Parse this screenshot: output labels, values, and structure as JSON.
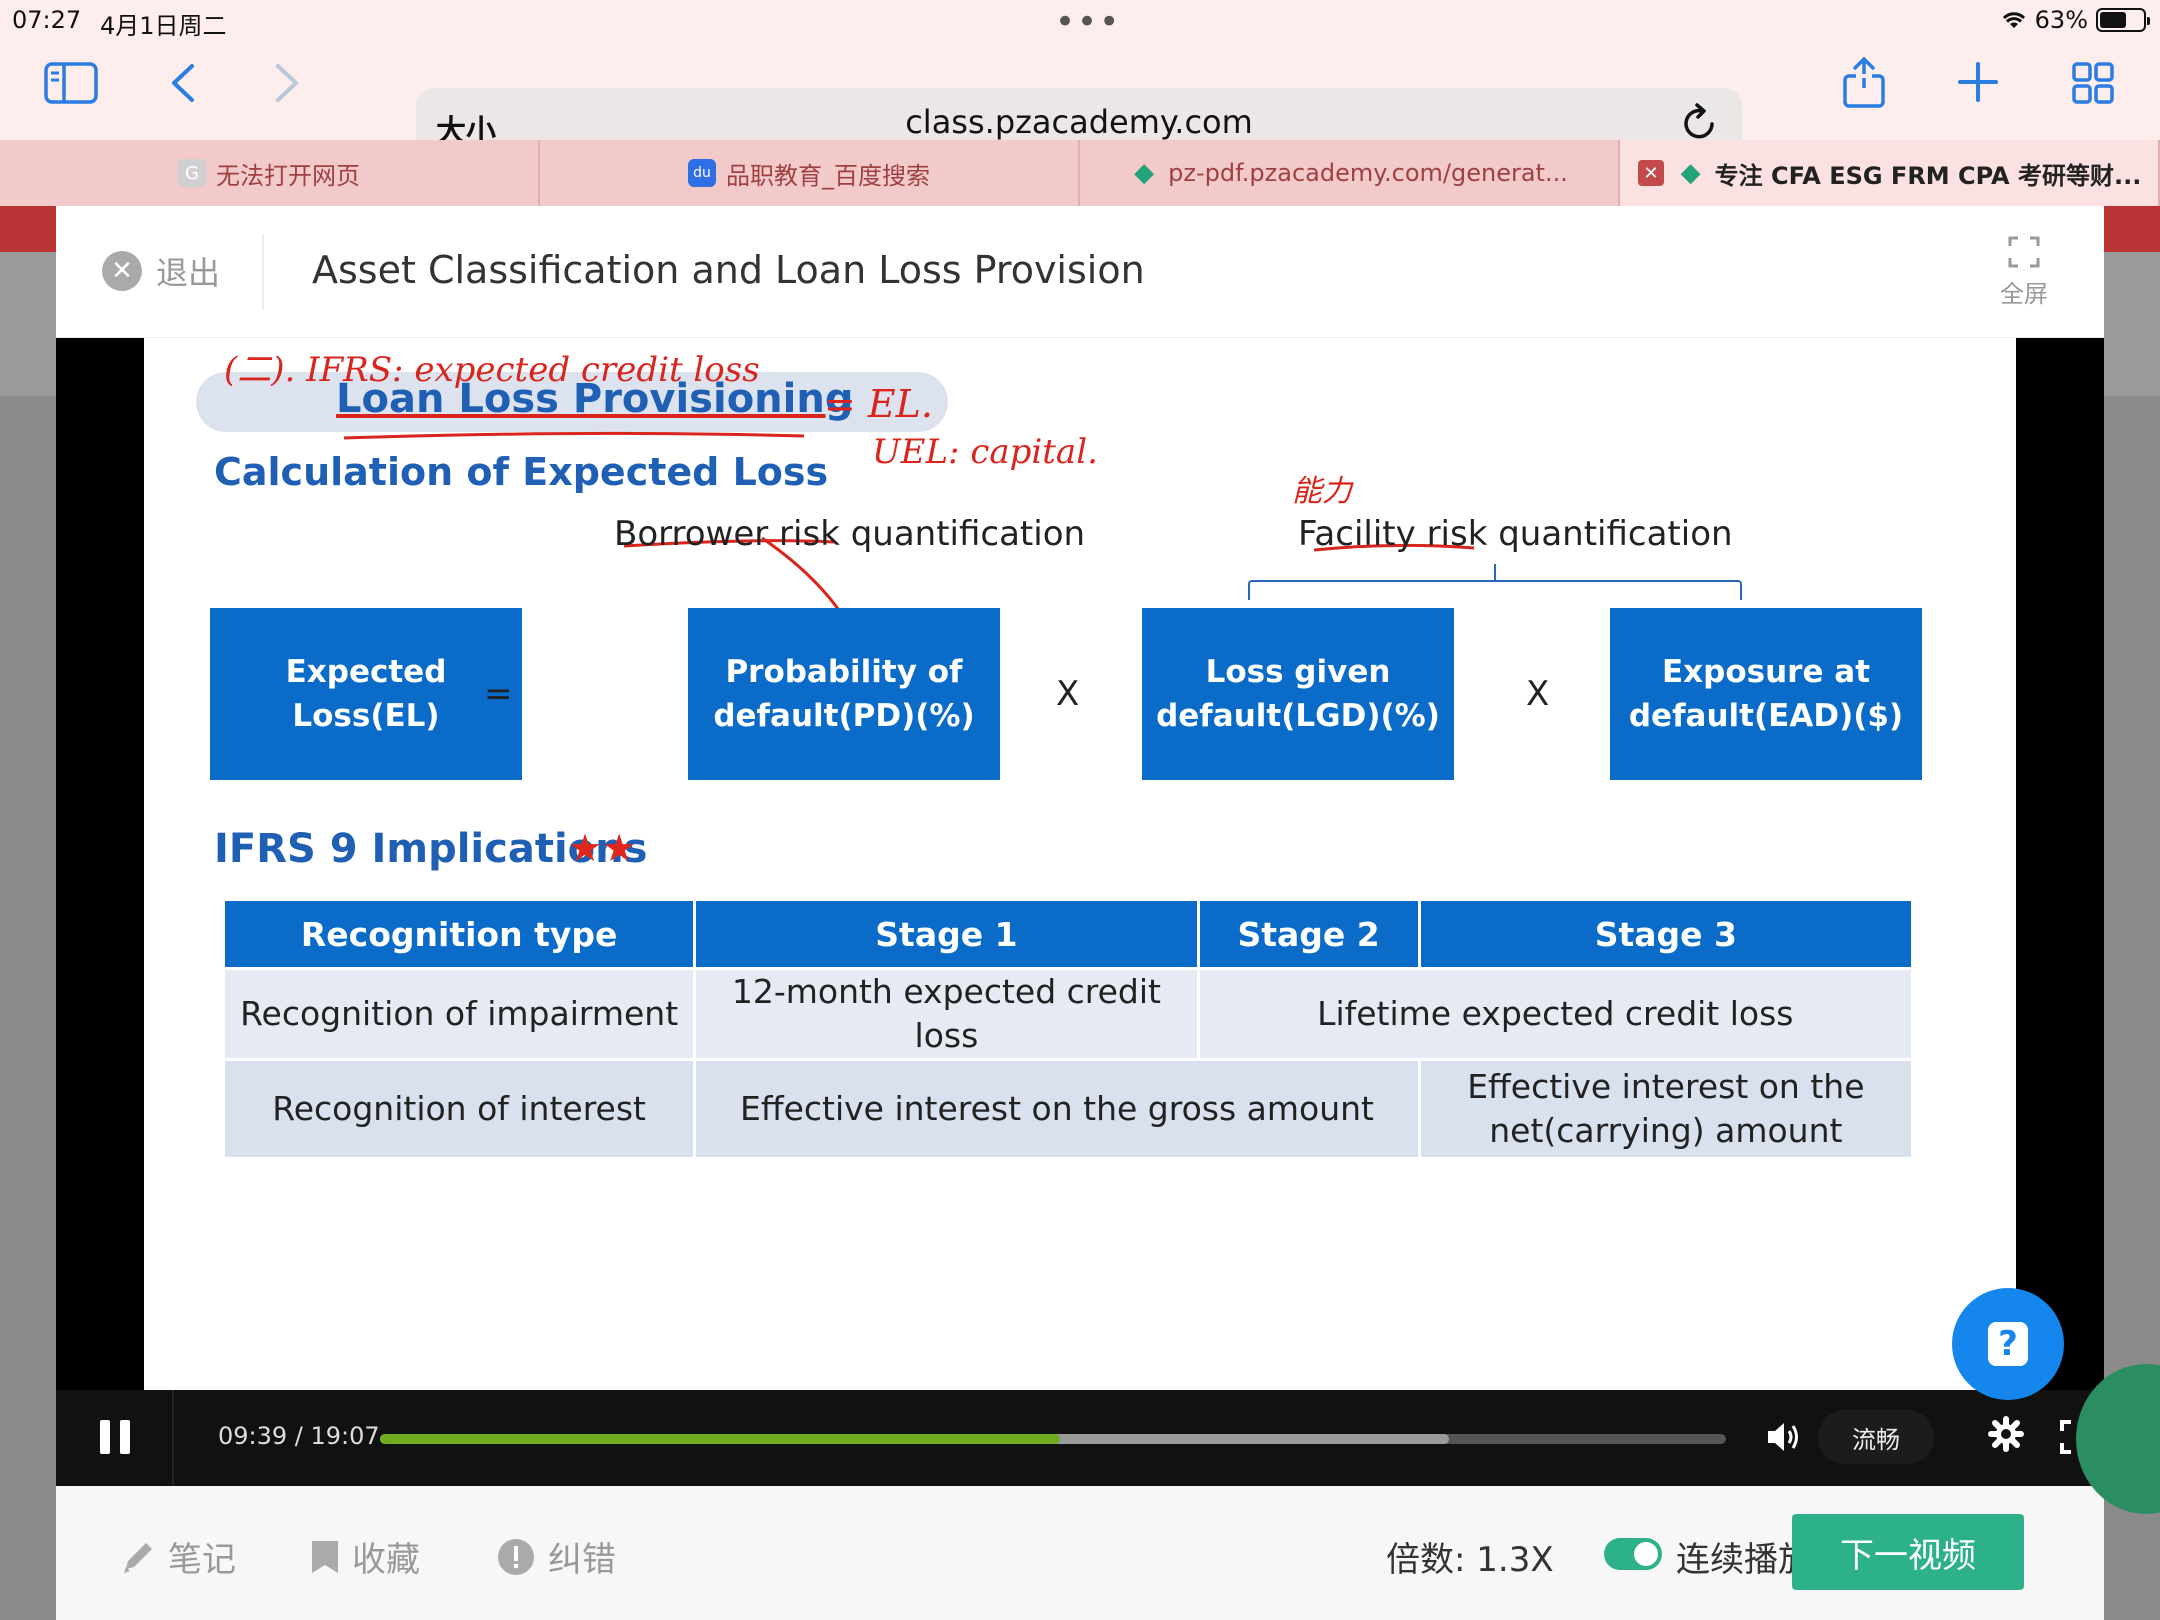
{
  "status_bar": {
    "time": "07:27",
    "date": "4月1日周二",
    "battery_percent": "63%",
    "battery_level": 0.63
  },
  "browser": {
    "text_size_label": "大小",
    "url": "class.pzacademy.com",
    "icons": [
      "sidebar-icon",
      "back-icon",
      "forward-icon",
      "reload-icon",
      "share-icon",
      "new-tab-icon",
      "tabs-overview-icon"
    ]
  },
  "tabs": [
    {
      "label": "无法打开网页",
      "favicon": "G",
      "active": false
    },
    {
      "label": "品职教育_百度搜索",
      "favicon": "du",
      "active": false
    },
    {
      "label": "pz-pdf.pzacademy.com/generat...",
      "favicon": "◆",
      "active": false
    },
    {
      "label": "专注 CFA ESG FRM CPA 考研等财...",
      "favicon": "◆",
      "active": true
    }
  ],
  "player": {
    "exit_label": "退出",
    "title": "Asset Classification and Loan Loss Provision",
    "fullscreen_label": "全屏"
  },
  "slide": {
    "title": "Loan Loss Provisioning",
    "subtitle": "Calculation of Expected Loss",
    "borrower_label": "Borrower risk quantification",
    "facility_label": "Facility risk quantification",
    "boxes": {
      "el": "Expected Loss(EL)",
      "pd_line1": "Probability of",
      "pd_line2": "default(PD)(%)",
      "lgd_line1": "Loss given",
      "lgd_line2": "default(LGD)(%)",
      "ead_line1": "Exposure at",
      "ead_line2": "default(EAD)($)"
    },
    "operators": {
      "equals": "=",
      "times1": "X",
      "times2": "X"
    },
    "ifrs_title": "IFRS 9 Implications",
    "ifrs_stars": "★★",
    "table": {
      "headers": [
        "Recognition type",
        "Stage 1",
        "Stage 2",
        "Stage 3"
      ],
      "row1": [
        "Recognition of impairment",
        "12-month expected credit loss",
        "Lifetime expected credit loss"
      ],
      "row2": [
        "Recognition of interest",
        "Effective interest on the gross amount",
        "Effective interest on the",
        "net(carrying) amount"
      ]
    },
    "handwriting": {
      "h1": "(二). IFRS:  expected credit loss",
      "h2": "= EL.",
      "h3": "UEL:  capital.",
      "h4": "能力"
    }
  },
  "controls": {
    "time": "09:39 / 19:07",
    "played_fraction": 0.505,
    "buffered_fraction": 0.794,
    "quality": "流畅"
  },
  "footer": {
    "notes": "笔记",
    "favorite": "收藏",
    "report": "纠错",
    "speed": "倍数:  1.3X",
    "autoplay": "连续播放",
    "autoplay_on": true,
    "next": "下一视频"
  },
  "help_button": "?"
}
